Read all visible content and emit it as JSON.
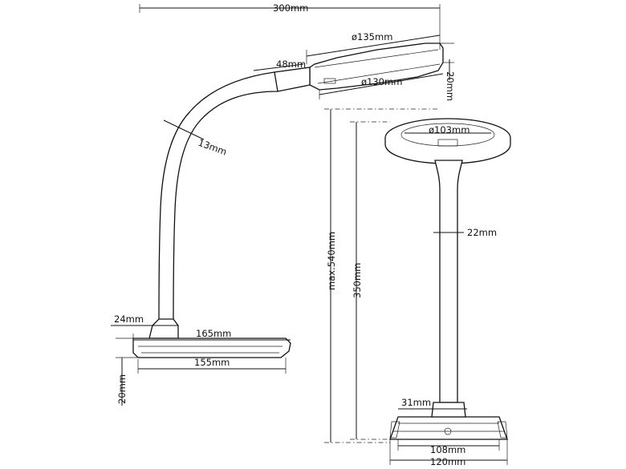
{
  "figure": "desk lamp dimension drawing",
  "dimensions": {
    "overall_reach": "300mm",
    "head_outer_diameter": "ø135mm",
    "head_inner_diameter": "ø130mm",
    "head_thickness": "20mm",
    "neck_length": "48mm",
    "gooseneck_thickness": "13mm",
    "stem_base_width": "24mm",
    "base_length_top": "165mm",
    "base_length_bottom": "155mm",
    "base_height": "20mm",
    "max_height": "max.540mm",
    "front_height": "350mm",
    "light_diameter": "ø103mm",
    "stem_diameter": "22mm",
    "stem_foot_width": "31mm",
    "base_inner_width": "108mm",
    "base_outer_width": "120mm"
  }
}
